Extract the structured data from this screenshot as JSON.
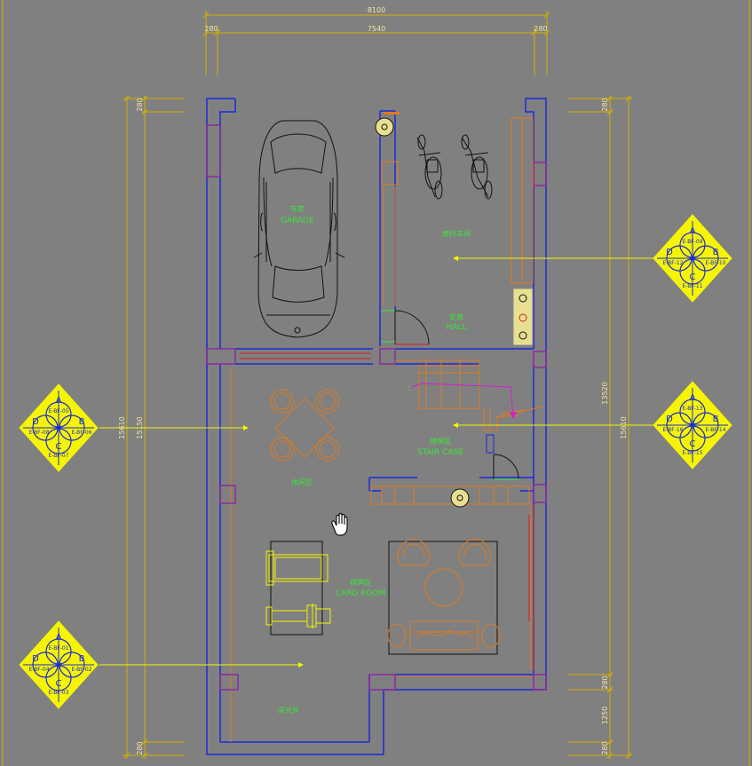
{
  "colors": {
    "background": "#808080",
    "dimension": "#d4b000",
    "wall": "#1a2ad6",
    "column": "#8a2aa0",
    "furniture": "#e07a1e",
    "label": "#39e639",
    "index": "#f5f500",
    "black": "#111111",
    "white": "#ffffff",
    "red": "#d42020",
    "magenta": "#d020d0"
  },
  "dimensions": {
    "top_total": "8100",
    "top_left": "280",
    "top_mid": "7540",
    "top_right": "280",
    "left_top": "280",
    "left_total": "15610",
    "left_inner": "15150",
    "left_bottom": "280",
    "right_top": "280",
    "right_mid": "13520",
    "right_total": "15610",
    "right_b1": "280",
    "right_b2": "1250",
    "right_b3": "280"
  },
  "rooms": {
    "garage_cn": "车库",
    "garage_en": "GARAGE",
    "moto_cn": "摩托车间",
    "hall_cn": "走廊",
    "hall_en": "HALL",
    "stair_cn": "楼梯区",
    "stair_en": "STAIR CASE",
    "dining_cn": "休闲区",
    "card_cn": "棋牌区",
    "card_en": "CARD ROOM",
    "yard_cn": "采光井"
  },
  "index_symbols": {
    "sym1": {
      "a": "A",
      "b": "B",
      "c": "C",
      "d": "D",
      "ra": "E-BF-09",
      "rb": "E-BF-10",
      "rc": "E-BF-11",
      "rd": "E-BF-12"
    },
    "sym2": {
      "a": "A",
      "b": "B",
      "c": "C",
      "d": "D",
      "ra": "E-BF-05",
      "rb": "E-BF-06",
      "rc": "E-BF-07",
      "rd": "E-BF-08"
    },
    "sym3": {
      "a": "A",
      "b": "B",
      "c": "C",
      "d": "D",
      "ra": "E-BF-13",
      "rb": "E-BF-14",
      "rc": "E-BF-15",
      "rd": "E-BF-16"
    },
    "sym4": {
      "a": "A",
      "b": "B",
      "c": "C",
      "d": "D",
      "ra": "E-BF-01",
      "rb": "E-BF-02",
      "rc": "E-BF-03",
      "rd": "E-BF-04"
    }
  },
  "cursor_icon": "hand-pan-icon"
}
